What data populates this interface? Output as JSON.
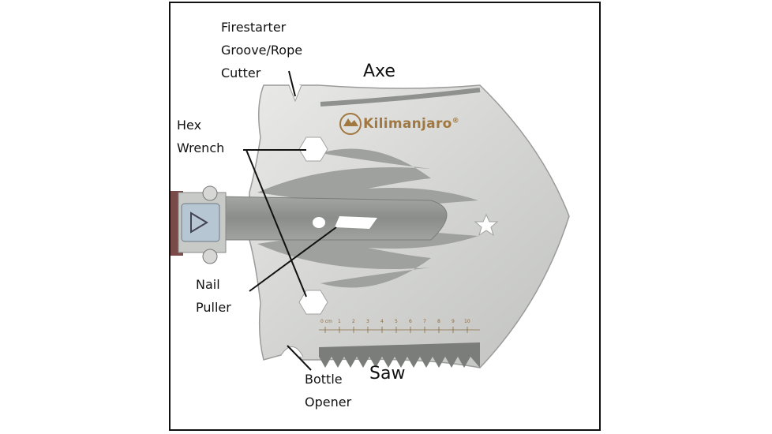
{
  "labels": {
    "firestarter": [
      "Firestarter",
      "Groove/Rope",
      "Cutter"
    ],
    "axe": "Axe",
    "hex_wrench": [
      "Hex",
      "Wrench"
    ],
    "nail_puller": [
      "Nail",
      "Puller"
    ],
    "saw": "Saw",
    "bottle_opener": [
      "Bottle",
      "Opener"
    ]
  },
  "brand": {
    "logo_text": "Kilimanjaro",
    "registered_mark": "®"
  },
  "ruler": {
    "unit": "0 cm",
    "marks": [
      "1",
      "2",
      "3",
      "4",
      "5",
      "6",
      "7",
      "8",
      "9",
      "10"
    ]
  },
  "colors": {
    "blade": "#d8d8d6",
    "blade_dark": "#a9aba9",
    "handle": "#8e918e",
    "logo": "#a07840",
    "frame_border": "#111111"
  }
}
